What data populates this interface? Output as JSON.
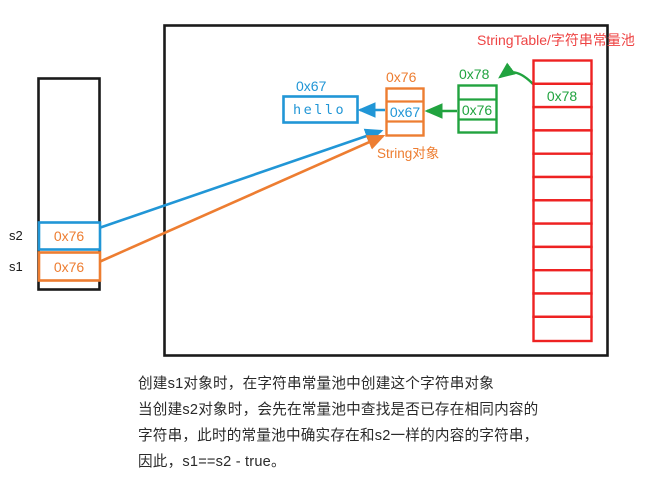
{
  "diagram": {
    "title_label": "StringTable/字符串常量池",
    "colors": {
      "blue": "#2196d6",
      "orange": "#ed7d31",
      "green": "#21a33f",
      "red": "#ee2222",
      "black": "#1a1a1a",
      "text": "#2a2a2a"
    },
    "heap": {
      "name": "heap-container"
    },
    "stack": {
      "frame_label": "",
      "slots": [
        {
          "name": "s2",
          "label": "s2",
          "value": "0x76",
          "border": "#2196d6",
          "value_color": "#ed7d31"
        },
        {
          "name": "s1",
          "label": "s1",
          "value": "0x76",
          "border": "#ed7d31",
          "value_color": "#ed7d31"
        }
      ]
    },
    "char_array": {
      "address": "0x67",
      "content": "hello"
    },
    "string_object": {
      "address": "0x76",
      "field_value": "0x67",
      "caption": "String对象"
    },
    "intern_ref": {
      "address": "0x78",
      "field_value": "0x76"
    },
    "string_table": {
      "label": "StringTable/字符串常量池",
      "row_count": 12,
      "filled_row_index": 1,
      "filled_value": "0x78"
    }
  },
  "caption": {
    "lines": [
      "创建s1对象时，在字符串常量池中创建这个字符串对象",
      "当创建s2对象时，会先在常量池中查找是否已存在相同内容的",
      "字符串，此时的常量池中确实存在和s2一样的内容的字符串，",
      "因此，s1==s2 - true。"
    ]
  }
}
